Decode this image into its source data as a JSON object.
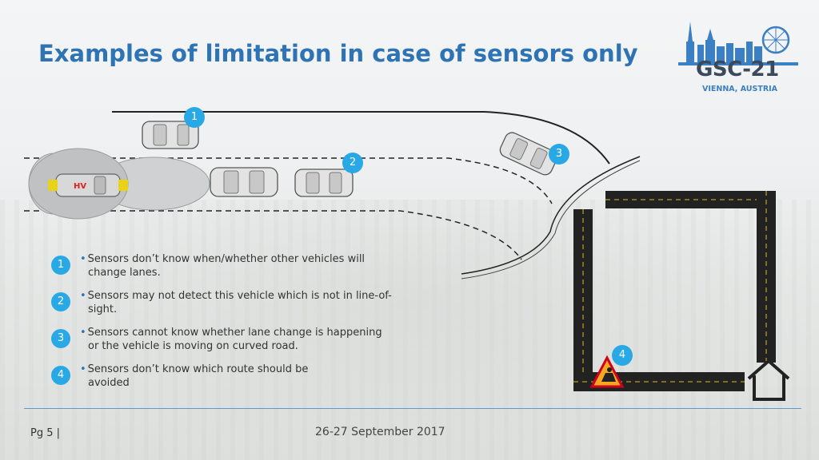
{
  "slide": {
    "title": "Examples of limitation in case of sensors only",
    "page_label": "Pg  5 |",
    "date": "26-27 September 2017"
  },
  "logo": {
    "main": "GSC-21",
    "sub": "VIENNA, AUSTRIA",
    "icon": "vienna-skyline-icon"
  },
  "diagram": {
    "host_vehicle_label": "HV",
    "markers": [
      "1",
      "2",
      "3",
      "4"
    ],
    "icons": [
      "car-icon",
      "roadwork-sign-icon",
      "home-icon"
    ],
    "colors": {
      "badge": "#29a8e6",
      "title": "#2e74b5",
      "hv_label": "#e02020"
    }
  },
  "bullets": [
    {
      "num": "1",
      "line1": "Sensors don’t know when/whether other vehicles will",
      "line2": "change lanes."
    },
    {
      "num": "2",
      "line1": "Sensors may not detect this vehicle which is not in line-of-",
      "line2": "sight."
    },
    {
      "num": "3",
      "line1": "Sensors cannot know whether lane change is happening",
      "line2": "or the vehicle is moving on curved road."
    },
    {
      "num": "4",
      "line1": "Sensors don’t know which route should be",
      "line2": "avoided"
    }
  ]
}
